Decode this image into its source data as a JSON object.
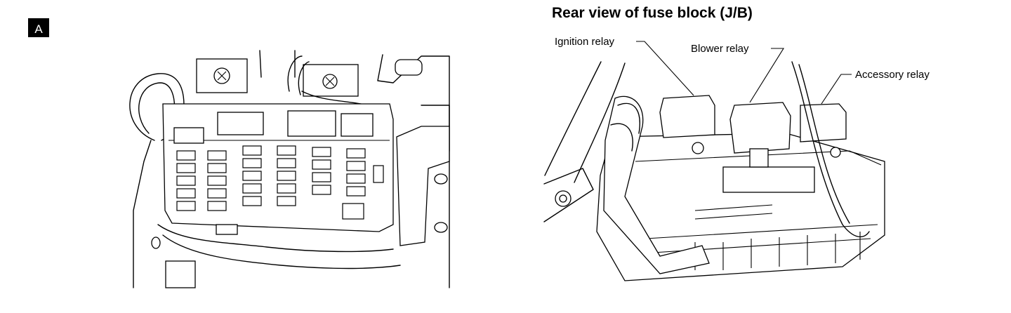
{
  "badge": {
    "text": "A",
    "bg": "#000000"
  },
  "right_view": {
    "title": "Rear view of fuse block (J/B)",
    "labels": {
      "ignition": "Ignition relay",
      "blower": "Blower relay",
      "accessory": "Accessory relay"
    }
  }
}
